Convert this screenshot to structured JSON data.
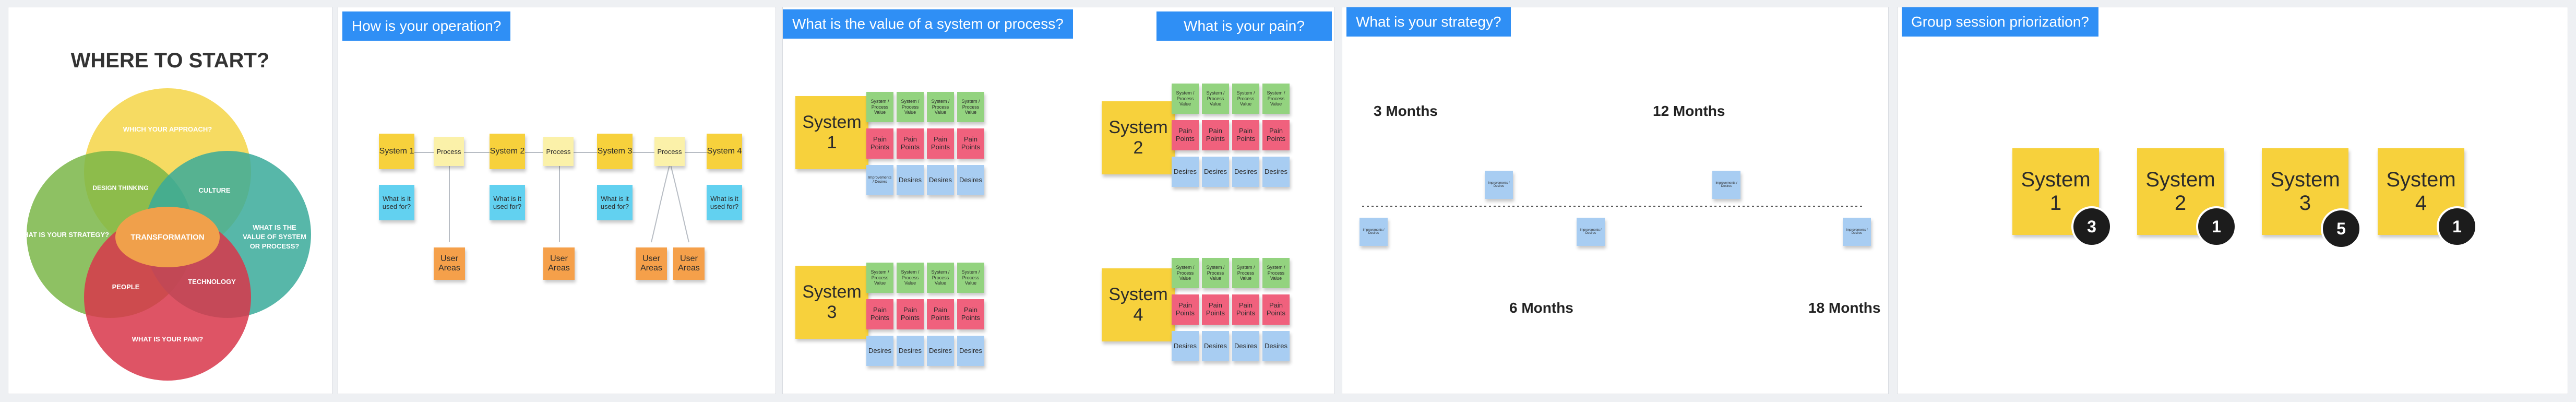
{
  "venn": {
    "title": "WHERE TO START?",
    "circles": {
      "top": "WHICH YOUR APPROACH?",
      "left": "WHAT IS YOUR STRATEGY?",
      "right": "WHAT IS THE VALUE OF SYSTEM OR PROCESS?",
      "bottom": "WHAT IS YOUR PAIN?"
    },
    "overlaps": {
      "top_left": "DESIGN THINKING",
      "top_right": "CULTURE",
      "left_bottom": "PEOPLE",
      "right_bottom": "TECHNOLOGY",
      "center": "TRANSFORMATION"
    },
    "colors": {
      "top": "#f5d547",
      "left": "#7ab648",
      "right": "#3aaa9a",
      "bottom": "#d8364a",
      "center": "#f0a04b"
    }
  },
  "operation": {
    "title": "How is your operation?",
    "systems": [
      "System 1",
      "System 2",
      "System 3",
      "System 4"
    ],
    "process": "Process",
    "used_for": "What is it used for?",
    "user_areas": "User Areas"
  },
  "value": {
    "title": "What is the value of a system or process?",
    "pain_title": "What is your pain?",
    "systems": [
      "System 1",
      "System 2",
      "System 3",
      "System 4"
    ],
    "value_note": "System / Process Value",
    "pain_note": "Pain Points",
    "desires_note": "Desires",
    "improvements_note": "Improvements / Desires"
  },
  "strategy": {
    "title": "What is your strategy?",
    "milestones": [
      "3 Months",
      "6 Months",
      "12 Months",
      "18 Months"
    ],
    "note": "Improvements / Desires"
  },
  "prioritization": {
    "title": "Group session priorization?",
    "systems": [
      {
        "label": "System 1",
        "votes": "3"
      },
      {
        "label": "System 2",
        "votes": "1"
      },
      {
        "label": "System 3",
        "votes": "5"
      },
      {
        "label": "System 4",
        "votes": "1"
      }
    ]
  }
}
